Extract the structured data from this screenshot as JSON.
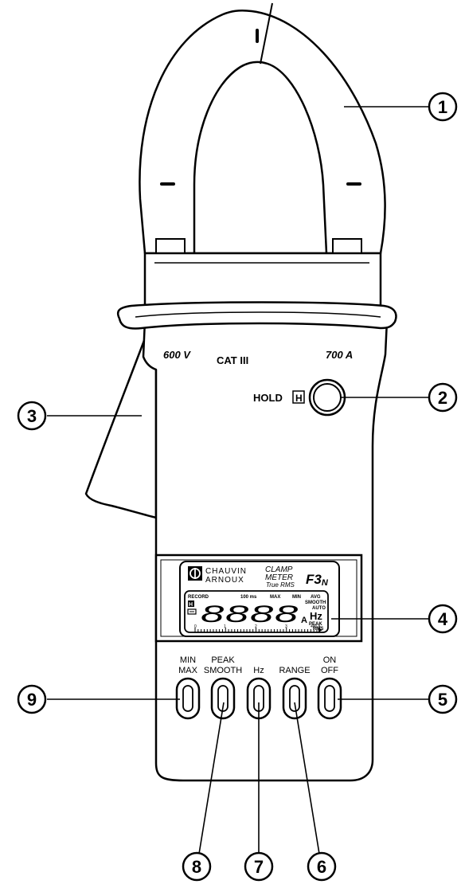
{
  "body_labels": {
    "voltage": "600 V",
    "category": "CAT III",
    "current": "700 A",
    "hold": "HOLD",
    "hold_icon": "H"
  },
  "display": {
    "brand_line1": "CHAUVIN",
    "brand_line2": "ARNOUX",
    "product_line1": "CLAMP",
    "product_line2": "METER",
    "product_line3": "True RMS",
    "model": "F3",
    "model_sub": "N",
    "lcd": {
      "record": "RECORD",
      "ms": "100 ms",
      "max": "MAX",
      "min": "MIN",
      "avg": "AVG",
      "smooth": "SMOOTH",
      "auto": "AUTO",
      "hz": "Hz",
      "peak": "PEAK",
      "rms": "RMS",
      "digits": "8888",
      "unit": "A",
      "hold_icon": "H",
      "scale": [
        "0",
        "1",
        "2",
        "3",
        "400 A"
      ]
    }
  },
  "buttons": [
    {
      "line1": "MIN",
      "line2": "MAX"
    },
    {
      "line1": "PEAK",
      "line2": "SMOOTH"
    },
    {
      "line1": "",
      "line2": "Hz"
    },
    {
      "line1": "",
      "line2": "RANGE"
    },
    {
      "line1": "ON",
      "line2": "OFF"
    }
  ],
  "callouts": [
    "1",
    "2",
    "3",
    "4",
    "5",
    "6",
    "7",
    "8",
    "9"
  ]
}
